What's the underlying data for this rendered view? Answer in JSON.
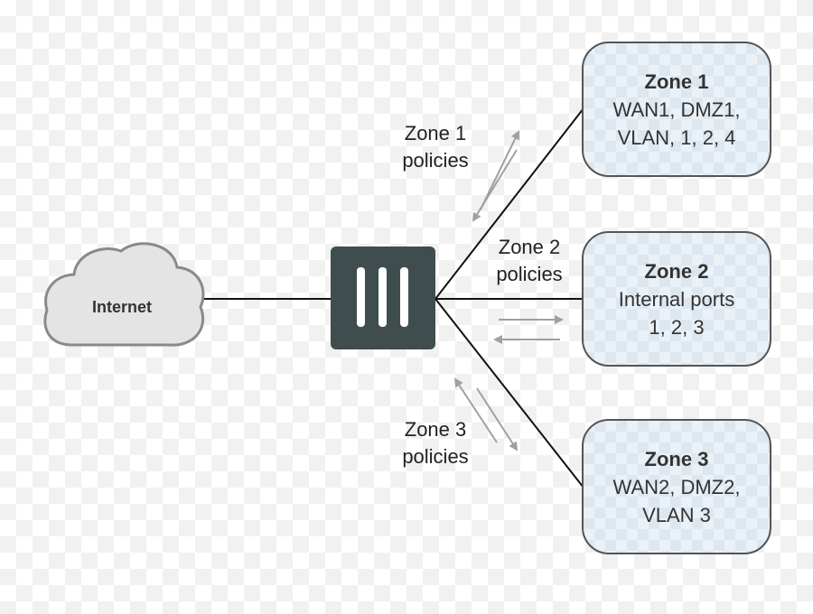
{
  "internet": {
    "label": "Internet"
  },
  "firewall": {
    "icon": "firewall-icon"
  },
  "zones": [
    {
      "title": "Zone 1",
      "lines": [
        "WAN1, DMZ1,",
        "VLAN, 1, 2, 4"
      ]
    },
    {
      "title": "Zone 2",
      "lines": [
        "Internal ports",
        "1, 2, 3"
      ]
    },
    {
      "title": "Zone 3",
      "lines": [
        "WAN2, DMZ2,",
        "VLAN 3"
      ]
    }
  ],
  "policies": [
    {
      "line1": "Zone 1",
      "line2": "policies"
    },
    {
      "line1": "Zone 2",
      "line2": "policies"
    },
    {
      "line1": "Zone 3",
      "line2": "policies"
    }
  ],
  "colors": {
    "firewall": "#3f4d4f",
    "cloud_fill": "#e4e4e4",
    "cloud_stroke": "#8a8a8a",
    "arrow": "#a0a0a0",
    "line": "#111111"
  }
}
